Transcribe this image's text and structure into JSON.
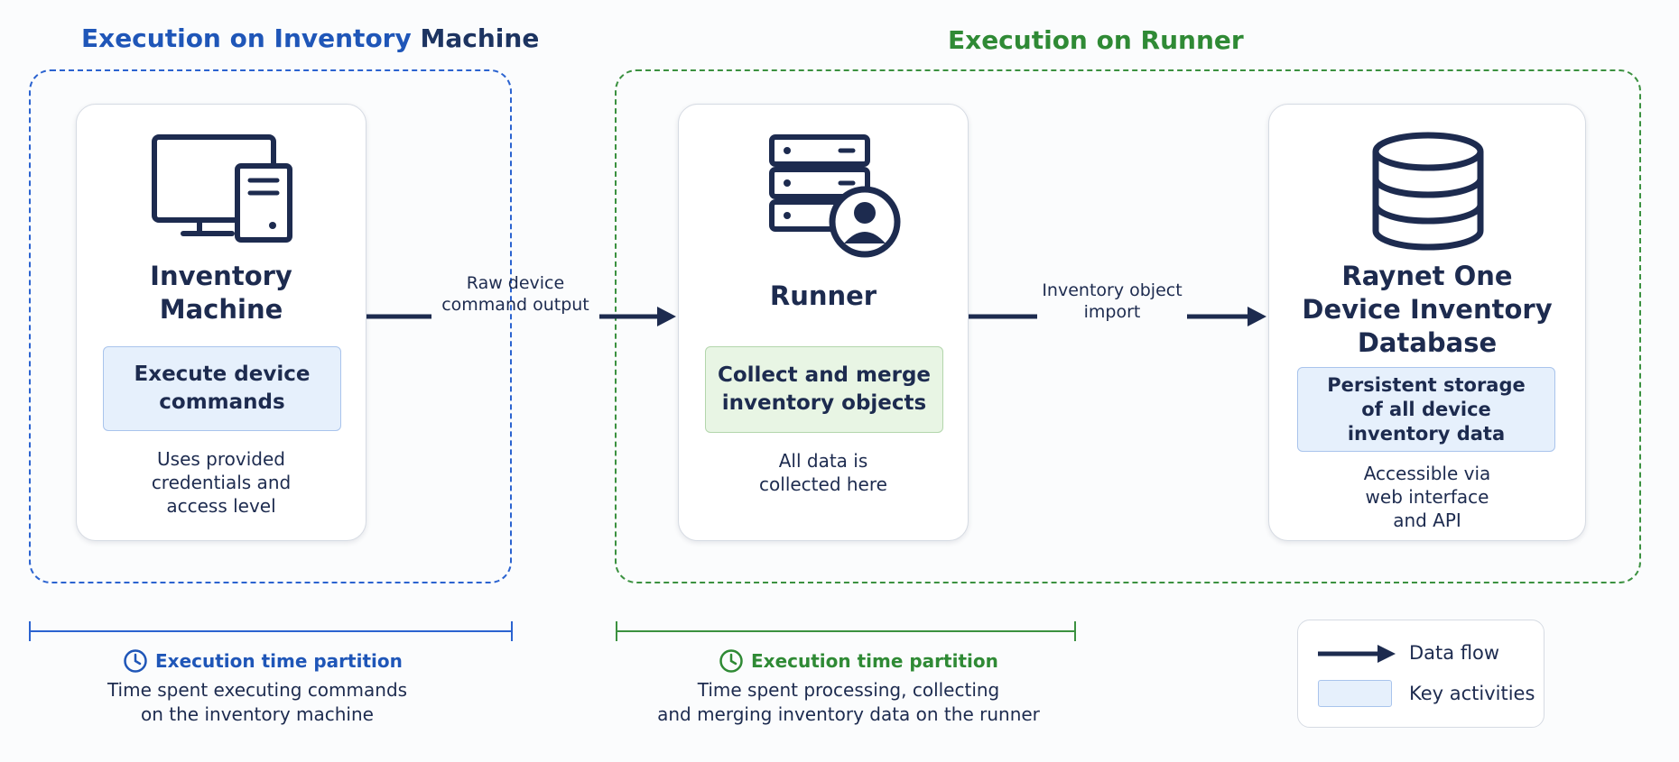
{
  "groups": {
    "inventory": {
      "title_part1": "Execution on Inventory",
      "title_part2": "Machine",
      "color": "#1f56b8"
    },
    "runner": {
      "title": "Execution on Runner",
      "color": "#2f8a35"
    }
  },
  "cards": {
    "inventory_machine": {
      "title_line1": "Inventory",
      "title_line2": "Machine",
      "activity_line1": "Execute device",
      "activity_line2": "commands",
      "note_line1": "Uses provided",
      "note_line2": "credentials and",
      "note_line3": "access level",
      "icon": "desktop-tower-icon"
    },
    "runner": {
      "title": "Runner",
      "activity_line1": "Collect and merge",
      "activity_line2": "inventory objects",
      "note_line1": "All data is",
      "note_line2": "collected here",
      "icon": "server-user-icon"
    },
    "database": {
      "title_line1": "Raynet One",
      "title_line2": "Device Inventory",
      "title_line3": "Database",
      "activity_line1": "Persistent storage",
      "activity_line2": "of all device",
      "activity_line3": "inventory data",
      "note_line1": "Accessible via",
      "note_line2": "web interface",
      "note_line3": "and API",
      "icon": "database-icon"
    }
  },
  "arrows": {
    "first": {
      "label_line1": "Raw device",
      "label_line2": "command output"
    },
    "second": {
      "label_line1": "Inventory object",
      "label_line2": "import"
    }
  },
  "partitions": {
    "inventory": {
      "title": "Execution time partition",
      "desc_line1": "Time spent executing commands",
      "desc_line2": "on the inventory machine",
      "icon": "clock-icon"
    },
    "runner": {
      "title": "Execution time partition",
      "desc_line1": "Time spent processing, collecting",
      "desc_line2": "and merging inventory data on the runner",
      "icon": "clock-icon"
    }
  },
  "legend": {
    "data_flow": "Data flow",
    "key_activities": "Key activities"
  },
  "colors": {
    "navy": "#1d2b4f",
    "blue_accent": "#2b63d0",
    "green_accent": "#3b9140",
    "activity_blue": "#e6f0fc",
    "activity_green": "#e8f5e4"
  }
}
